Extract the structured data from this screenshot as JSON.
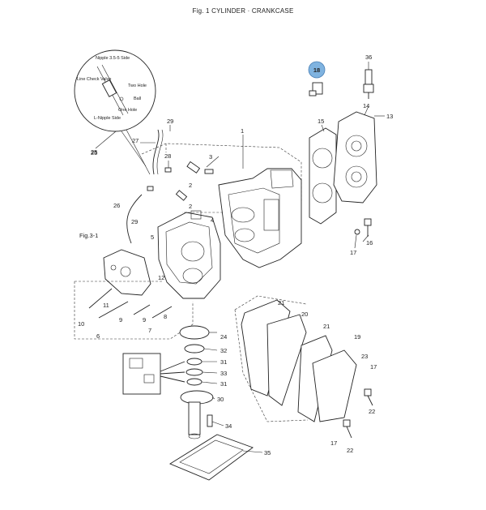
{
  "figure": {
    "title": "Fig. 1 CYLINDER · CRANKCASE"
  },
  "highlight": {
    "label": "18",
    "color": "#7fb3e0"
  },
  "inset": {
    "labels": [
      "Nipple 3.5-5 Side",
      "Line Check Valve",
      "Two Hole",
      "Ball",
      "One Hole",
      "L-Nipple Side"
    ]
  },
  "fig_ref": "Fig.3-1",
  "callouts": [
    "36",
    "14",
    "13",
    "15",
    "1",
    "29",
    "27",
    "28",
    "3",
    "2",
    "25",
    "26",
    "2",
    "4",
    "5",
    "12",
    "11",
    "10",
    "6",
    "9",
    "9",
    "8",
    "7",
    "24",
    "32",
    "31",
    "33",
    "31",
    "30",
    "34",
    "35",
    "21",
    "20",
    "21",
    "19",
    "23",
    "17",
    "22",
    "17",
    "22",
    "16",
    "17",
    "25",
    "29"
  ]
}
